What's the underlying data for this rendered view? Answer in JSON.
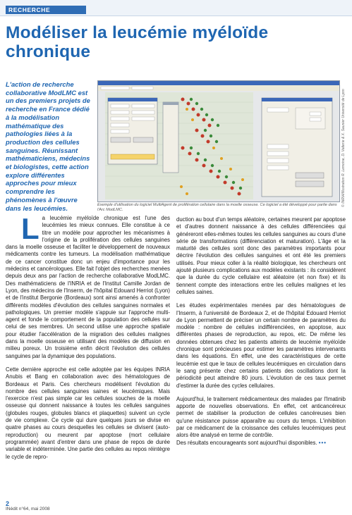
{
  "header": {
    "rubric": "RECHERCHE"
  },
  "title": "Modéliser la leucémie myéloïde chronique",
  "intro": "L'action de recherche collaborative ModLMC est un des premiers projets de recherche en France dédié à la modélisation mathématique des pathologies liées à la production des cellules sanguines. Réunissant mathématiciens, médecins et biologistes, cette action explore différentes approches pour mieux comprendre les phénomènes à l'œuvre dans les leucémies.",
  "figure": {
    "credit": "© INRIA/Illustration R. Lemoine, D. Valterie & X. Saunier Université de Lyon",
    "caption": "Exemple d'utilisation du logiciel MultiAgent de prolifération cellulaire dans la moelle osseuse. Ce logiciel a été développé pour partie dans l'Arc ModLMC."
  },
  "body": {
    "dropcap": "L",
    "col1": [
      "a leucémie myéloïde chronique est l'une des leucémies les mieux connues. Elle constitue à ce titre un modèle pour approcher les mécanismes à l'origine de la prolifération des cellules sanguines dans la moelle osseuse et faciliter le développement de nouveaux médicaments contre les tumeurs. La modélisation mathématique de ce cancer constitue donc un enjeu d'importance pour les médecins et cancérologues. Elle fait l'objet des recherches menées depuis deux ans par l'action de recherche collaborative ModLMC. Des mathématiciens de l'INRIA et de l'Institut Camille Jordan de Lyon, des médecins de l'Inserm, de l'hôpital Edouard Herriot (Lyon) et de l'institut Bergonie (Bordeaux) sont ainsi amenés à confronter différents modèles d'évolution des cellules sanguines normales et pathologiques. Un premier modèle s'appuie sur l'approche multi-agent et fonde le comportement de la population des cellules sur celui de ses membres. Un second utilise une approche spatiale pour étudier l'accélération de la migration des cellules malignes dans la moelle osseuse en utilisant des modèles de diffusion en milieu poreux. Un troisième enfin décrit l'évolution des cellules sanguines par la dynamique des populations.",
      "Cette dernière approche est celle adoptée par les équipes INRIA Anubis et Bang en collaboration avec des hématologues de Bordeaux et Paris. Ces chercheurs modélisent l'évolution du nombre des cellules sanguines saines et leucémiques. Mais l'exercice n'est pas simple car les cellules souches de la moelle osseuse qui donnent naissance à toutes les cellules sanguines (globules rouges, globules blancs et plaquettes) suivent un cycle de vie complexe. Ce cycle qui dure quelques jours se divise en quatre phases au cours desquelles les cellules se divisent (auto-reproduction) ou meurent par apoptose (mort cellulaire programmée) avant d'entrer dans une phase de repos de durée variable et indéterminée. Une partie des cellules au repos réintègre le cycle de repro-"
    ],
    "col2": [
      "duction au bout d'un temps aléatoire, certaines meurent par apoptose et d'autres donnent naissance à des cellules différenciées qui généreront elles-mêmes toutes les cellules sanguines au cours d'une série de transformations (différenciation et maturation). L'âge et la maturité des cellules sont donc des paramètres importants pour décrire l'évolution des cellules sanguines et ont été les premiers utilisés. Pour mieux coller à la réalité biologique, les chercheurs ont ajouté plusieurs complications aux modèles existants : ils considèrent que la durée du cycle cellulaire est aléatoire (et non fixe) et ils tiennent compte des interactions entre les cellules malignes et les cellules saines.",
      "Les études expérimentales menées par des hématologues de l'Inserm, à l'université de Bordeaux 2, et de l'hôpital Edouard Herriot de Lyon permettent de préciser un certain nombre de paramètres du modèle : nombre de cellules indifférenciées, en apoptose, aux différentes phases de reproduction, au repos, etc. De même les données obtenues chez les patients atteints de leucémie myéloïde chronique sont précieuses pour estimer les paramètres intervenants dans les équations. En effet, une des caractéristiques de cette leucémie est que le taux de cellules leucémiques en circulation dans le sang présente chez certains patients des oscillations dont la périodicité peut atteindre 80 jours. L'évolution de ces taux permet d'estimer la durée des cycles cellulaires.",
      "Aujourd'hui, le traitement médicamenteux des malades par l'Imatinib apporte de nouvelles observations. En effet, cet anticancéreux permet de stabiliser la production de cellules cancéreuses bien qu'une résistance puisse apparaître au cours du temps. L'inhibition par ce médicament de la croissance des cellules leucémiques peut alors être analysé en terme de contrôle.",
      "Des résultats encourageants sont aujourd'hui disponibles."
    ],
    "more_marker": "•••"
  },
  "footer": {
    "page": "2",
    "issue": "INédit n°64, mai 2008"
  },
  "colors": {
    "accent": "#1f66b1",
    "rubric_bg": "#2f6db5"
  }
}
